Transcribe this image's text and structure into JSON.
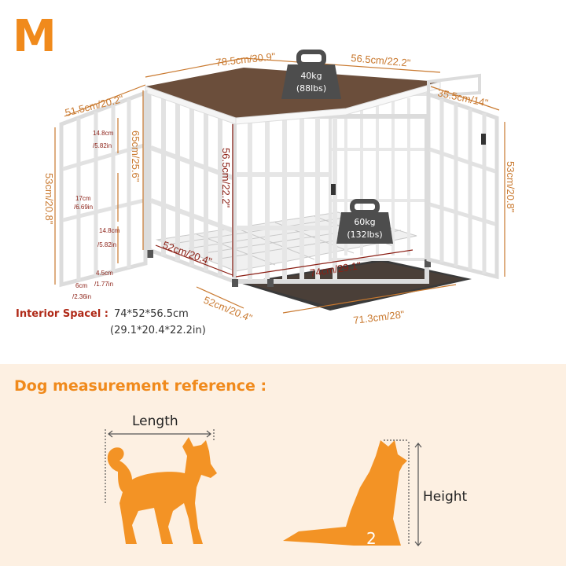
{
  "size_badge": "M",
  "dimensions": {
    "top_width": "78.5cm/30.9\"",
    "top_depth": "56.5cm/22.2\"",
    "left_door_width": "51.5cm/20.2\"",
    "right_door_width": "35.5cm/14\"",
    "left_door_height": "53cm/20.8\"",
    "right_door_height": "53cm/20.8\"",
    "total_height": "65cm/25.6\"",
    "interior_height": "56.5cm/22.2\"",
    "interior_depth": "52cm/20.4\"",
    "interior_width": "74cm/29.1\"",
    "base_depth": "52cm/20.4\"",
    "base_width": "71.3cm/28\"",
    "gap_top": "14.8cm",
    "gap_top_in": "/5.82in",
    "gap_mid": "17cm",
    "gap_mid_in": "/6.69in",
    "gap_bottom": "14.8cm",
    "gap_bottom_in": "/5.82in",
    "gap_corner_a": "6cm",
    "gap_corner_a_in": "/2.36in",
    "gap_corner_b": "4.5cm",
    "gap_corner_b_in": "/1.77in"
  },
  "weights": {
    "top_kg": "40kg",
    "top_lbs": "(88lbs)",
    "floor_kg": "60kg",
    "floor_lbs": "(132lbs)"
  },
  "interior_space": {
    "label": "Interior Spacel :",
    "value": "74*52*56.5cm",
    "value_in": "(29.1*20.4*22.2in)"
  },
  "dog_reference": {
    "title": "Dog measurement reference :",
    "length_label": "Length",
    "height_label": "Height"
  },
  "colors": {
    "accent_orange": "#f08a1c",
    "dimension_orange": "#c9792f",
    "dark_red": "#8b1e14",
    "lower_bg": "#fdf0e2",
    "wood_top": "#6b4e3b",
    "weight_badge": "#4d4d4d"
  }
}
